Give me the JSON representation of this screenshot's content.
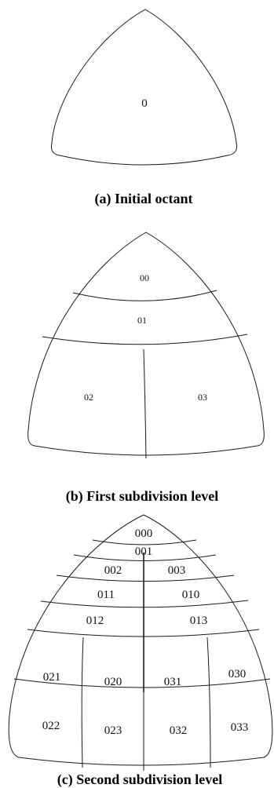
{
  "panel_a": {
    "caption": "(a) Initial octant",
    "labels": {
      "root": "0"
    }
  },
  "panel_b": {
    "caption": "(b) First subdivision level",
    "labels": {
      "l00": "00",
      "l01": "01",
      "l02": "02",
      "l03": "03"
    }
  },
  "panel_c": {
    "caption": "(c) Second subdivision level",
    "labels": {
      "l000": "000",
      "l001": "001",
      "l002": "002",
      "l003": "003",
      "l011": "011",
      "l010": "010",
      "l012": "012",
      "l013": "013",
      "l021": "021",
      "l020": "020",
      "l031": "031",
      "l030": "030",
      "l022": "022",
      "l023": "023",
      "l032": "032",
      "l033": "033"
    }
  }
}
